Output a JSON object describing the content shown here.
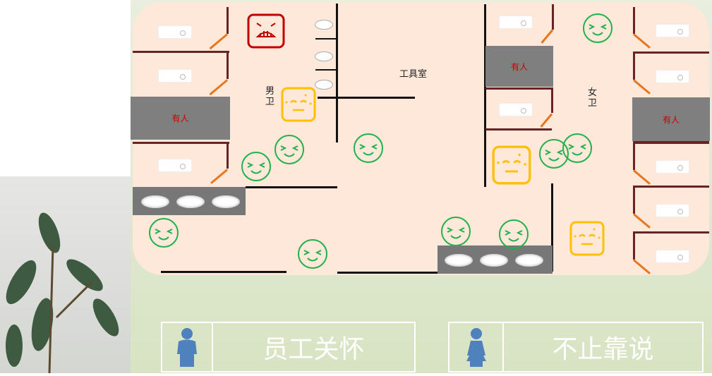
{
  "mens_room": {
    "label": "男\n卫",
    "occupied_label": "有人"
  },
  "womens_room": {
    "label": "女\n卫",
    "occupied_label": "有人"
  },
  "tool_room": {
    "label": "工具室"
  },
  "buttons": [
    {
      "label": "员工关怀",
      "icon": "male-figure-icon"
    },
    {
      "label": "不止靠说",
      "icon": "female-figure-icon"
    }
  ],
  "colors": {
    "happy": "#22b14c",
    "neutral": "#ffc000",
    "angry": "#c00000",
    "figure": "#4f81bd"
  }
}
